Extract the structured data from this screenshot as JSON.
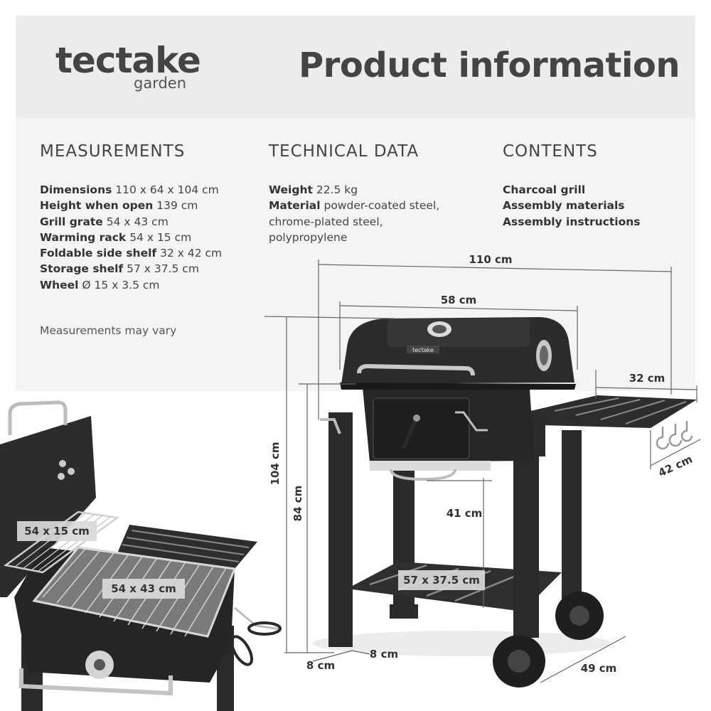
{
  "brand": {
    "name": "tectake",
    "sub": "garden"
  },
  "title": "Product information",
  "columns": {
    "measurements": {
      "heading": "MEASUREMENTS",
      "items": [
        {
          "label": "Dimensions",
          "value": "110 x 64 x 104 cm"
        },
        {
          "label": "Height when open",
          "value": "139 cm"
        },
        {
          "label": "Grill grate",
          "value": "54 x 43 cm"
        },
        {
          "label": "Warming rack",
          "value": "54 x 15 cm"
        },
        {
          "label": "Foldable side shelf",
          "value": "32 x 42 cm"
        },
        {
          "label": "Storage shelf",
          "value": "57 x 37.5 cm"
        },
        {
          "label": "Wheel",
          "value": "Ø 15 x 3.5 cm"
        }
      ],
      "note": "Measurements may vary"
    },
    "technical": {
      "heading": "TECHNICAL DATA",
      "weight_label": "Weight",
      "weight_value": "22.5 kg",
      "material_label": "Material",
      "material_line1": "powder-coated steel,",
      "material_line2": "chrome-plated steel,",
      "material_line3": "polypropylene"
    },
    "contents": {
      "heading": "CONTENTS",
      "items": [
        "Charcoal grill",
        "Assembly materials",
        "Assembly instructions"
      ]
    }
  },
  "dimension_labels": {
    "width_total": "110 cm",
    "width_hood": "58 cm",
    "shelf_length": "32 cm",
    "shelf_depth": "42 cm",
    "height_total": "104 cm",
    "height_work": "84 cm",
    "grate_height": "41 cm",
    "storage_shelf": "57 x 37.5 cm",
    "leg_w": "8 cm",
    "leg_d": "8 cm",
    "depth": "49 cm",
    "warming_rack": "54 x 15 cm",
    "grill_grate": "54 x 43 cm"
  },
  "hood_logo": "tectake"
}
